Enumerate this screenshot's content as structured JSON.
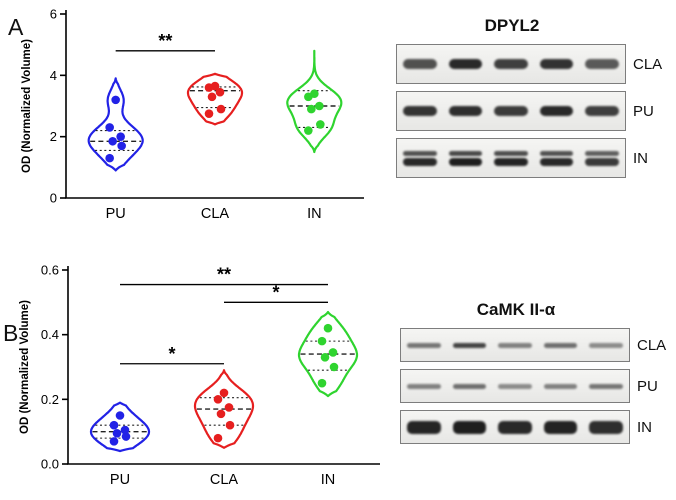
{
  "panels": {
    "a": {
      "label": "A",
      "blot": {
        "title": "DPYL2",
        "rows": [
          {
            "label": "CLA",
            "thickness": "medium",
            "doubled": false,
            "bands": [
              0.72,
              0.9,
              0.8,
              0.86,
              0.68
            ]
          },
          {
            "label": "PU",
            "thickness": "medium",
            "doubled": false,
            "bands": [
              0.85,
              0.88,
              0.82,
              0.9,
              0.8
            ]
          },
          {
            "label": "IN",
            "thickness": "thick",
            "doubled": true,
            "bands": [
              0.9,
              0.95,
              0.92,
              0.9,
              0.82
            ]
          }
        ]
      }
    },
    "b": {
      "label": "B",
      "blot": {
        "title": "CaMK II-α",
        "rows": [
          {
            "label": "CLA",
            "thickness": "thin",
            "doubled": false,
            "bands": [
              0.55,
              0.78,
              0.5,
              0.58,
              0.45
            ]
          },
          {
            "label": "PU",
            "thickness": "thin",
            "doubled": false,
            "bands": [
              0.5,
              0.58,
              0.45,
              0.5,
              0.55
            ]
          },
          {
            "label": "IN",
            "thickness": "thick",
            "doubled": false,
            "bands": [
              0.92,
              0.95,
              0.9,
              0.93,
              0.88
            ]
          }
        ]
      }
    }
  },
  "chart_data": [
    {
      "type": "violin",
      "panel": "A",
      "title": "",
      "ylabel": "OD (Normalized Volume)",
      "ylim": [
        0,
        6
      ],
      "yticks": [
        "0",
        "2",
        "4",
        "6"
      ],
      "categories": [
        "PU",
        "CLA",
        "IN"
      ],
      "series": [
        {
          "name": "PU",
          "color": "#2222e6",
          "points": [
            3.2,
            2.3,
            2.0,
            1.85,
            1.7,
            1.3
          ],
          "median": 1.85,
          "q1": 1.55,
          "q3": 2.2,
          "range": [
            0.9,
            3.9
          ]
        },
        {
          "name": "CLA",
          "color": "#e61f1f",
          "points": [
            3.65,
            3.6,
            3.45,
            3.3,
            2.9,
            2.75
          ],
          "median": 3.5,
          "q1": 2.95,
          "q3": 3.62,
          "range": [
            2.4,
            4.05
          ]
        },
        {
          "name": "IN",
          "color": "#2fd42f",
          "points": [
            3.4,
            3.3,
            3.0,
            2.9,
            2.4,
            2.2
          ],
          "median": 3.0,
          "q1": 2.3,
          "q3": 3.5,
          "range": [
            1.5,
            4.8
          ]
        }
      ],
      "significance": [
        {
          "from": "PU",
          "to": "CLA",
          "y": 4.8,
          "label": "**"
        }
      ]
    },
    {
      "type": "violin",
      "panel": "B",
      "title": "",
      "ylabel": "OD (Normalized Volume)",
      "ylim": [
        0,
        0.6
      ],
      "yticks": [
        "0.0",
        "0.2",
        "0.4",
        "0.6"
      ],
      "categories": [
        "PU",
        "CLA",
        "IN"
      ],
      "series": [
        {
          "name": "PU",
          "color": "#2222e6",
          "points": [
            0.15,
            0.12,
            0.105,
            0.095,
            0.085,
            0.07
          ],
          "median": 0.1,
          "q1": 0.08,
          "q3": 0.12,
          "range": [
            0.04,
            0.19
          ]
        },
        {
          "name": "CLA",
          "color": "#e61f1f",
          "points": [
            0.22,
            0.2,
            0.175,
            0.155,
            0.12,
            0.08
          ],
          "median": 0.17,
          "q1": 0.12,
          "q3": 0.205,
          "range": [
            0.05,
            0.29
          ]
        },
        {
          "name": "IN",
          "color": "#2fd42f",
          "points": [
            0.42,
            0.38,
            0.345,
            0.33,
            0.3,
            0.25
          ],
          "median": 0.34,
          "q1": 0.29,
          "q3": 0.38,
          "range": [
            0.21,
            0.47
          ]
        }
      ],
      "significance": [
        {
          "from": "PU",
          "to": "IN",
          "y": 0.555,
          "label": "**"
        },
        {
          "from": "CLA",
          "to": "IN",
          "y": 0.5,
          "label": "*"
        },
        {
          "from": "PU",
          "to": "CLA",
          "y": 0.31,
          "label": "*"
        }
      ]
    }
  ]
}
